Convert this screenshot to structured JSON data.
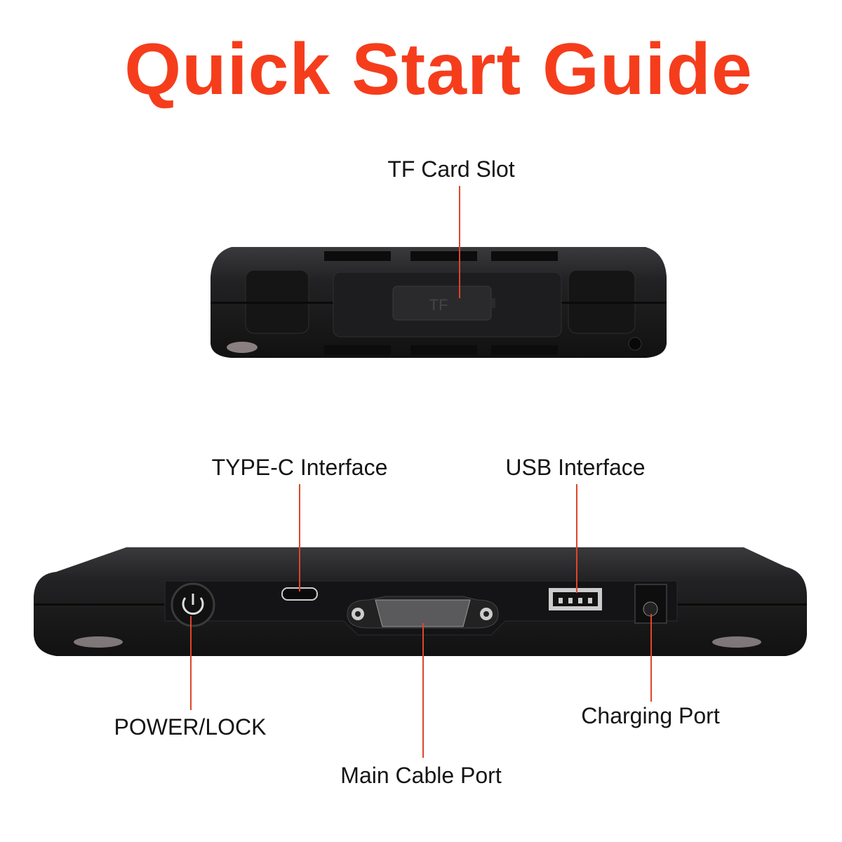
{
  "title": "Quick Start Guide",
  "labels": {
    "tf_card_slot": "TF Card Slot",
    "type_c": "TYPE-C Interface",
    "usb": "USB Interface",
    "power_lock": "POWER/LOCK",
    "main_cable": "Main Cable Port",
    "charging": "Charging Port"
  },
  "device_markings": {
    "tf": "TF"
  },
  "colors": {
    "accent": "#f53d1c",
    "leader_line": "#e0452a",
    "device": "#1c1c1e"
  }
}
